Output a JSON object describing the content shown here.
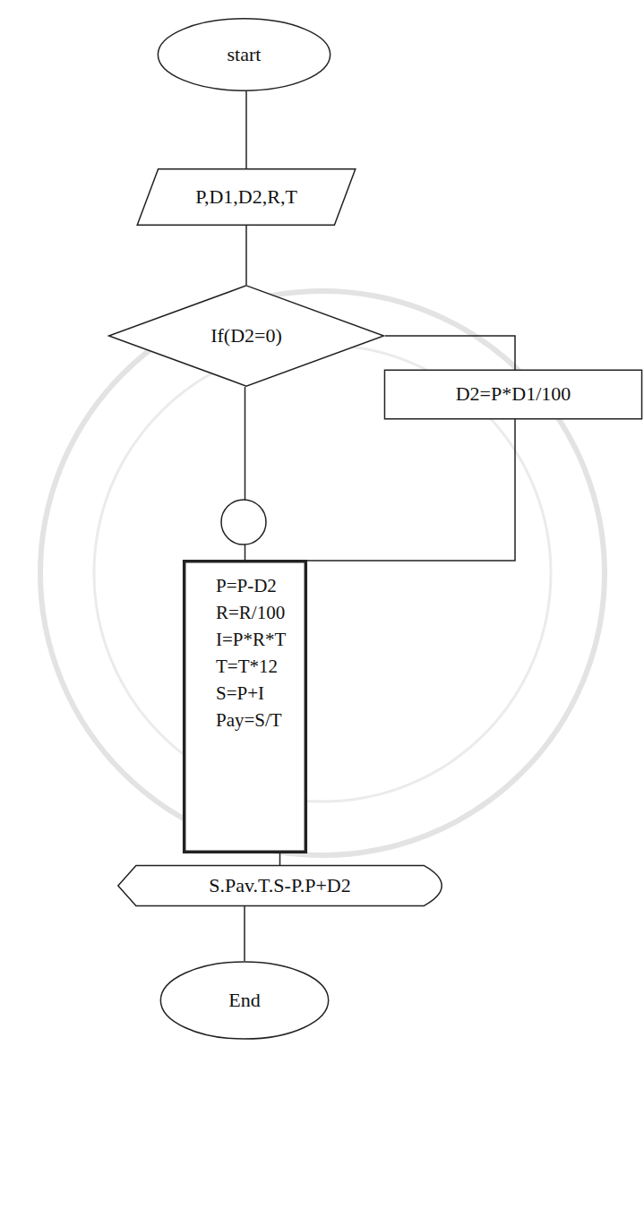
{
  "diagram": {
    "nodes": [
      {
        "text": [
          "start"
        ]
      },
      {
        "text": [
          "P,D1,D2,R,T"
        ]
      },
      {
        "text": [
          "If(D2=0)"
        ]
      },
      {
        "text": [
          "D2=P*D1/100"
        ]
      },
      {
        "text": [
          "P=P-D2",
          "R=R/100",
          "I=P*R*T",
          "T=T*12",
          "S=P+I",
          "Pay=S/T"
        ]
      },
      {
        "text": [
          "S.Pav.T.S-P.P+D2"
        ]
      },
      {
        "text": [
          "End"
        ]
      }
    ],
    "edges": [
      {
        "from": 0,
        "to": 1,
        "arrow": "none"
      },
      {
        "from": 1,
        "to": 2,
        "arrow": "none"
      },
      {
        "from": 2,
        "to": 3,
        "arrow": "none"
      },
      {
        "from": 2,
        "to": 4,
        "arrow": "none"
      },
      {
        "from": 3,
        "to": 4,
        "arrow": "none"
      },
      {
        "from": 4,
        "to": 5,
        "arrow": "none"
      },
      {
        "from": 5,
        "to": 6,
        "arrow": "none"
      }
    ]
  }
}
